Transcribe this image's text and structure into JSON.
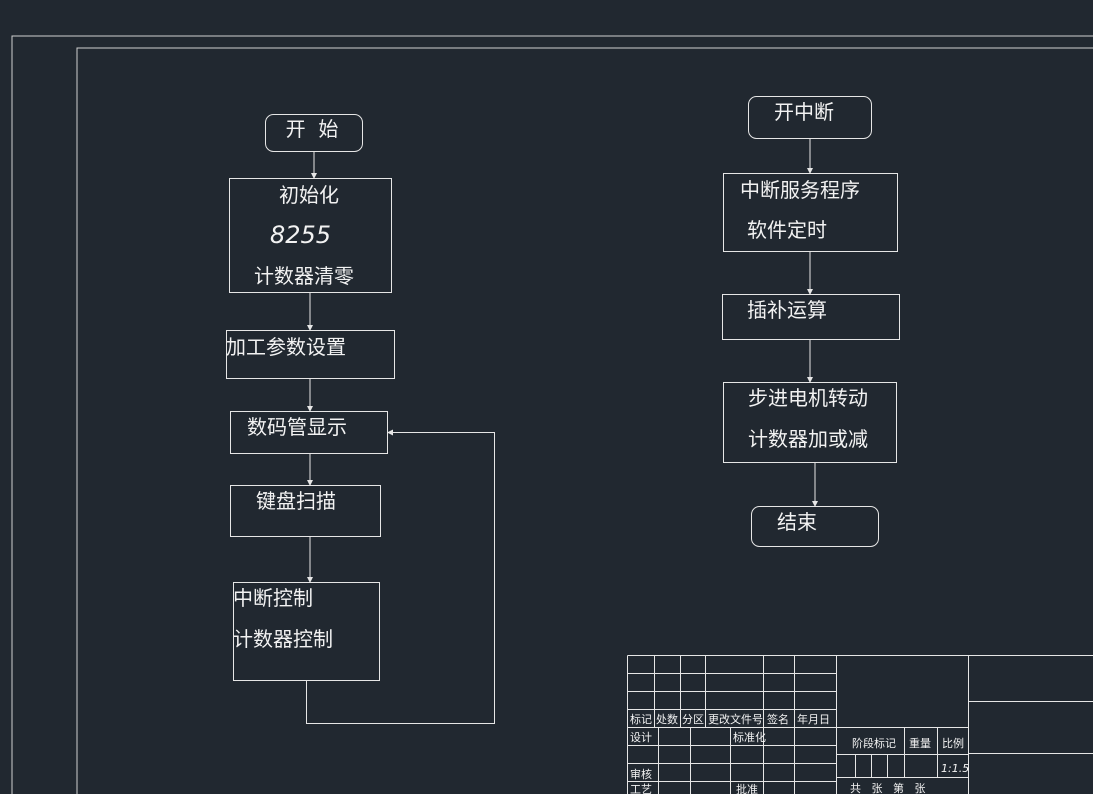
{
  "flow_left": {
    "start": "开  始",
    "init": [
      "初始化",
      "8255",
      "计数器清零"
    ],
    "params": "加工参数设置",
    "display": "数码管显示",
    "keyscan": "键盘扫描",
    "intctrl": [
      "中断控制",
      "计数器控制"
    ]
  },
  "flow_right": {
    "open_int": "开中断",
    "isr": [
      "中断服务程序",
      "软件定时"
    ],
    "interp": "插补运算",
    "stepper": [
      "步进电机转动",
      "计数器加或减"
    ],
    "end": "结束"
  },
  "title_block": {
    "mark": "标记",
    "count": "处数",
    "zone": "分区",
    "change_doc": "更改文件号",
    "sign": "签名",
    "date": "年月日",
    "design": "设计",
    "standardize": "标准化",
    "review": "审核",
    "process": "工艺",
    "approve": "批准",
    "stage_mark": "阶段标记",
    "weight": "重量",
    "scale": "比例",
    "scale_value": "1:1.5",
    "sheets": "共   张   第   张"
  }
}
